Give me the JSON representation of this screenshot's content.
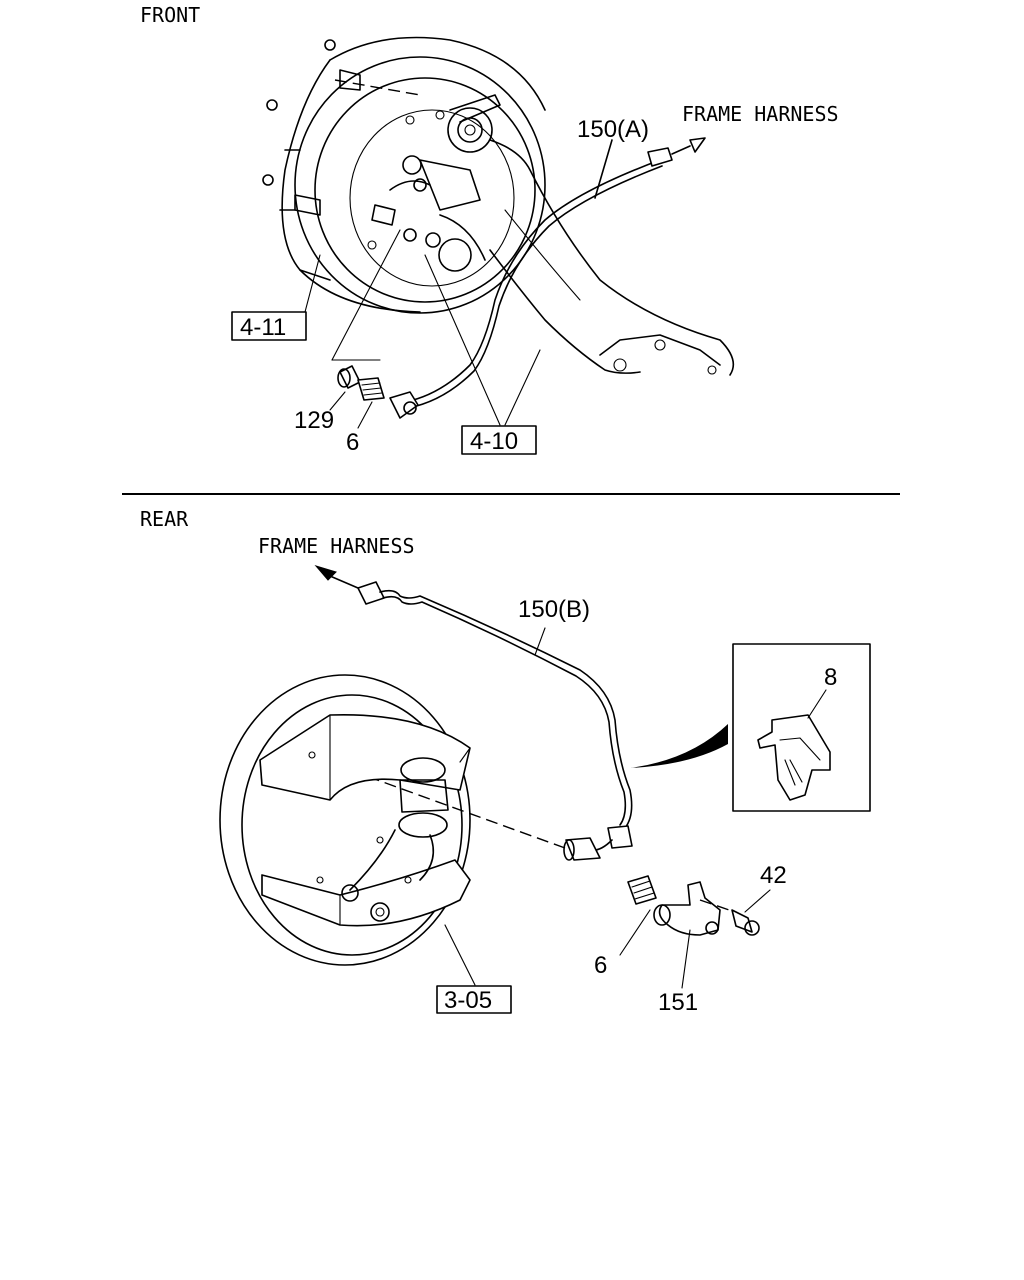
{
  "front": {
    "section_label": "FRONT",
    "harness_label": "FRAME HARNESS",
    "callouts": {
      "harness": "150(A)",
      "sensor": "129",
      "bushing": "6"
    },
    "refs": {
      "drum": "4-11",
      "axle": "4-10"
    }
  },
  "rear": {
    "section_label": "REAR",
    "harness_label": "FRAME HARNESS",
    "callouts": {
      "harness": "150(B)",
      "clip": "8",
      "bolt": "42",
      "bushing": "6",
      "bracket": "151"
    },
    "refs": {
      "brake": "3-05"
    }
  }
}
